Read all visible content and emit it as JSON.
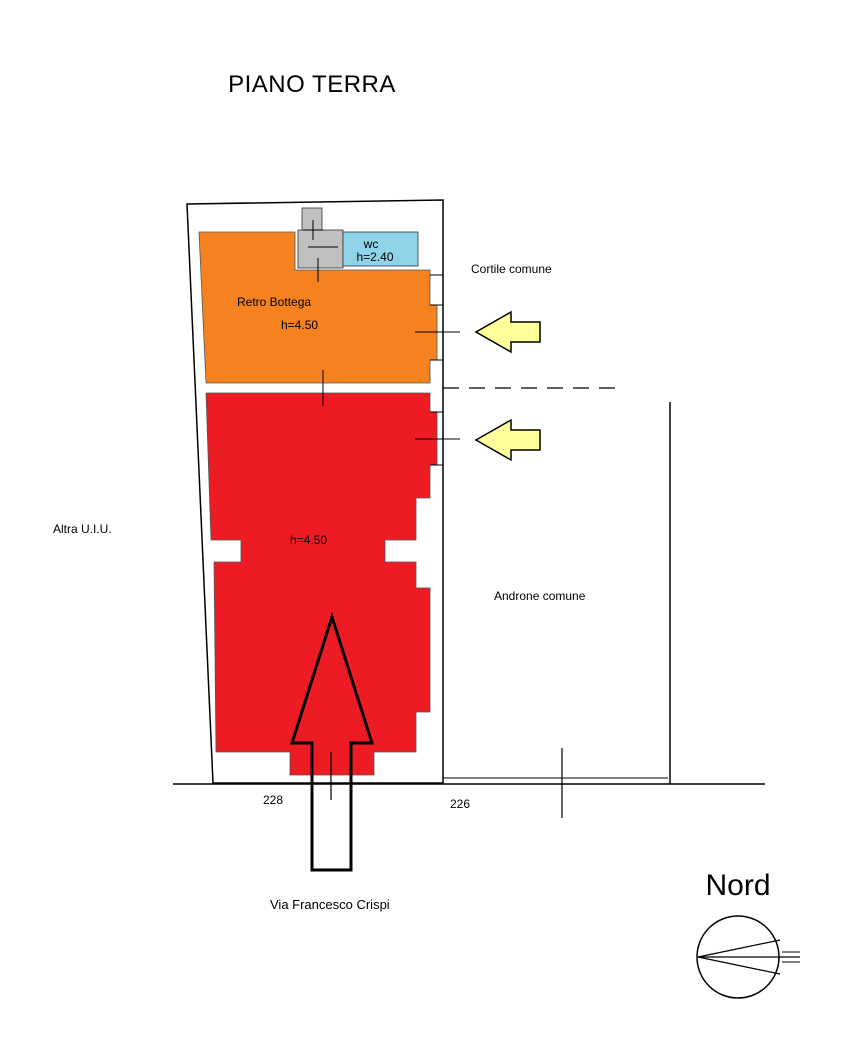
{
  "title": "PIANO TERRA",
  "rooms": {
    "wc": {
      "name": "wc",
      "height": "h=2.40"
    },
    "retro_bottega": {
      "name": "Retro Bottega",
      "height": "h=4.50"
    },
    "shop": {
      "height": "h=4.50"
    }
  },
  "labels": {
    "courtyard": "Cortile comune",
    "other_unit": "Altra U.I.U.",
    "hallway": "Androne comune",
    "street": "Via Francesco Crispi",
    "civic_228": "228",
    "civic_226": "226"
  },
  "compass": {
    "label": "Nord"
  },
  "colors": {
    "retro_bottega": "#f5821f",
    "shop": "#ed1c24",
    "wc": "#8fd3e8",
    "stairs": "#c0c0c0",
    "access_arrow": "#ffff99"
  }
}
